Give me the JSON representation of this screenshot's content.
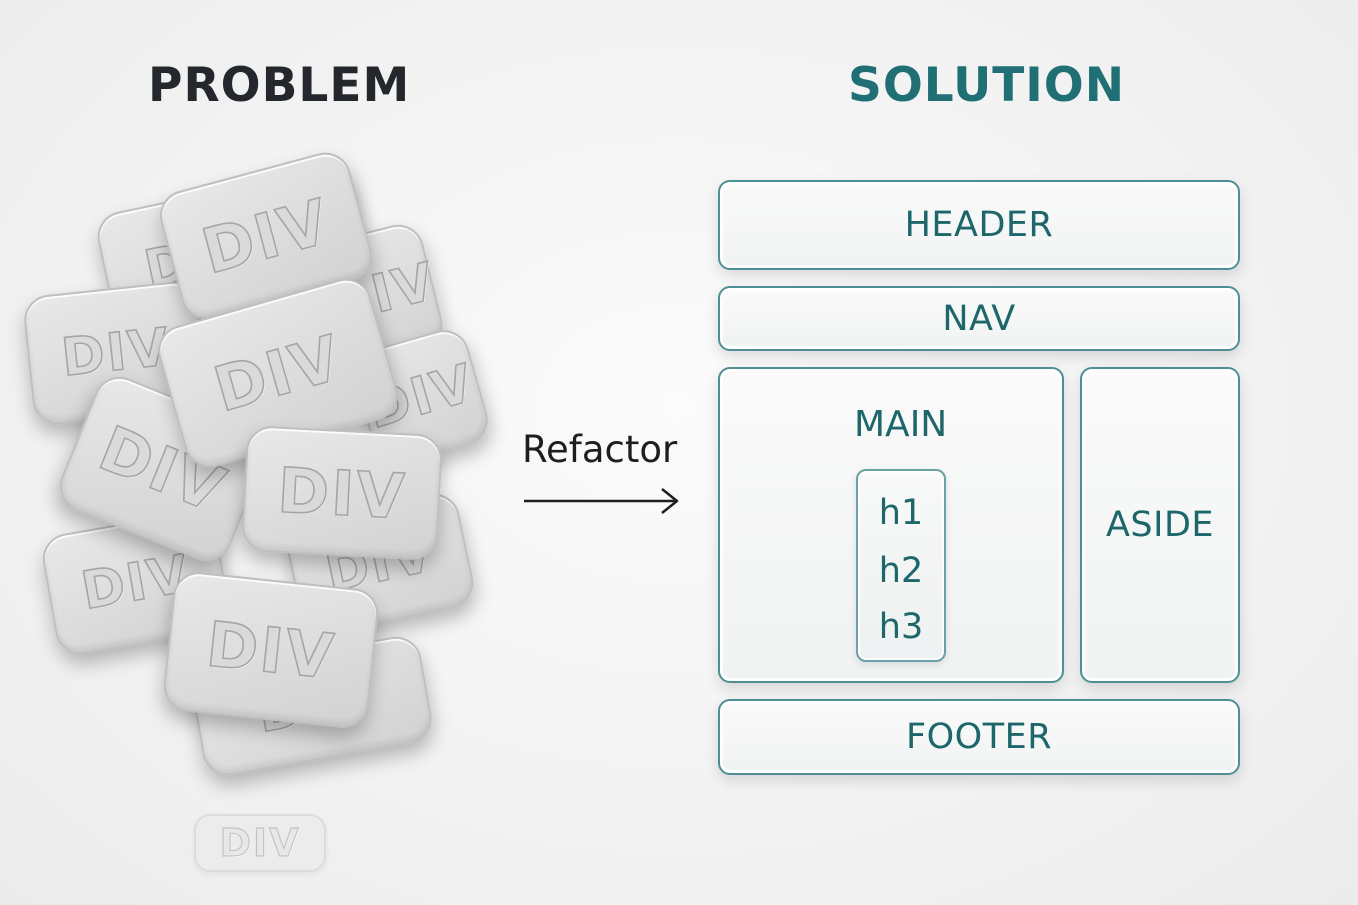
{
  "problem": {
    "title": "PROBLEM",
    "tile_label": "DIV"
  },
  "refactor": {
    "label": "Refactor"
  },
  "solution": {
    "title": "SOLUTION",
    "header": "HEADER",
    "nav": "NAV",
    "main": "MAIN",
    "aside": "ASIDE",
    "footer": "FOOTER",
    "headings": [
      "h1",
      "h2",
      "h3"
    ]
  },
  "colors": {
    "solution_accent": "#1f6f74",
    "problem_text": "#24272c",
    "tile_gray": "#d8d8d8"
  }
}
